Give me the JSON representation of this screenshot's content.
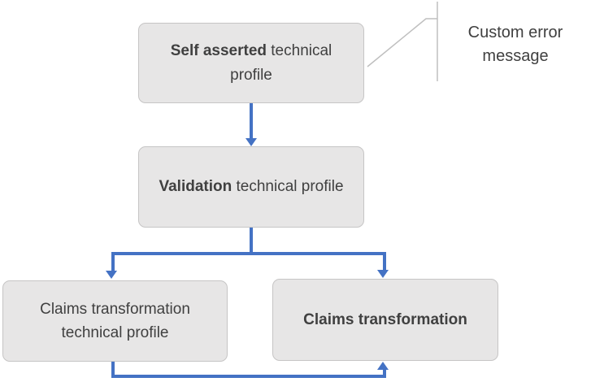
{
  "diagram": {
    "nodes": [
      {
        "id": "self-asserted-technical-profile",
        "bold": "Self asserted",
        "regular": " technical profile"
      },
      {
        "id": "validation-technical-profile",
        "bold": "Validation",
        "regular": " technical profile"
      },
      {
        "id": "claims-transformation-technical-profile",
        "bold": "",
        "regular": "Claims transformation technical profile"
      },
      {
        "id": "claims-transformation",
        "bold": "Claims transformation",
        "regular": ""
      }
    ],
    "edges": [
      {
        "from": "self-asserted-technical-profile",
        "to": "validation-technical-profile"
      },
      {
        "from": "validation-technical-profile",
        "to": "claims-transformation-technical-profile"
      },
      {
        "from": "validation-technical-profile",
        "to": "claims-transformation"
      },
      {
        "from": "claims-transformation-technical-profile",
        "to": "claims-transformation"
      }
    ],
    "annotation": {
      "label": "Custom error message",
      "points_to": "self-asserted-technical-profile"
    }
  },
  "colors": {
    "connector_blue": "#4472C4",
    "box_fill": "#E7E6E6",
    "box_border": "#C6C5C5",
    "text": "#404040",
    "callout_line": "#BFBFBF",
    "background": "#FFFFFF"
  }
}
